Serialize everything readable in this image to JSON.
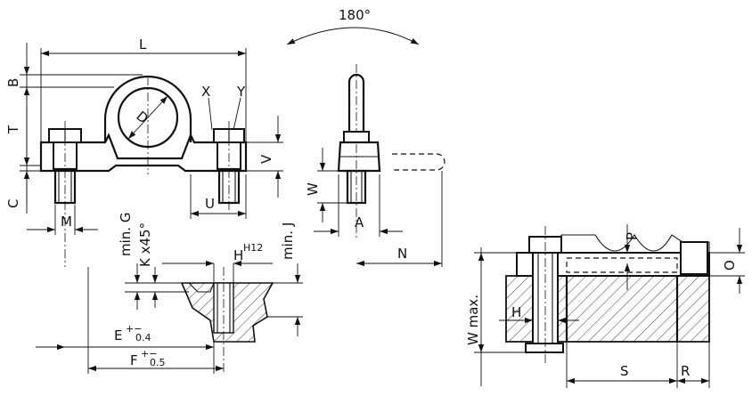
{
  "labels": {
    "rotation": "180°",
    "L": "L",
    "B": "B",
    "T": "T",
    "C": "C",
    "D": "D",
    "X": "X",
    "Y": "Y",
    "V": "V",
    "U": "U",
    "M": "M",
    "W": "W",
    "A": "A",
    "N": "N",
    "min_G": "min. G",
    "K_x45": "K x45°",
    "H_H12_main": "H",
    "H_H12_sup": "H12",
    "min_J": "min. J",
    "E_main": "E",
    "E_tol_sign": "+−",
    "E_tol": "0.4",
    "F_main": "F",
    "F_tol_sign": "+−",
    "F_tol": "0.5",
    "P": "P",
    "O": "O",
    "H": "H",
    "W_max": "W max.",
    "S": "S",
    "R": "R"
  }
}
